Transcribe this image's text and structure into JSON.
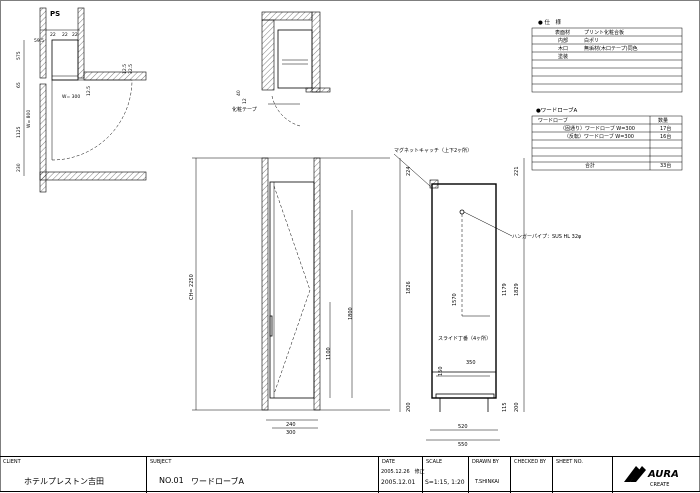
{
  "plan": {
    "ps_label": "PS",
    "dims_top": [
      "22",
      "22",
      "59.5",
      "22"
    ],
    "dims_left": [
      "575",
      "65",
      "W= 800",
      "1125",
      "230"
    ],
    "dims_right": [
      "12.5",
      "32.5",
      "12.5"
    ],
    "w_label": "W= 300"
  },
  "detail": {
    "laminate_label": "化粧テープ",
    "dim_40": "40",
    "dim_12": "12"
  },
  "spec": {
    "heading": "● 仕　様",
    "rows": [
      {
        "key": "表面材",
        "value": "プリント化粧合板"
      },
      {
        "key": "内部",
        "value": "白ポリ"
      },
      {
        "key": "木口",
        "value": "無垢材(木口テープ)同色"
      },
      {
        "key": "塗装",
        "value": ""
      }
    ]
  },
  "wardrobe": {
    "heading": "●ワードローブA",
    "col_name": "ワードローブ",
    "col_qty": "数量",
    "rows": [
      {
        "name": "（固通り）ワードローブ W=300",
        "qty": "17台"
      },
      {
        "name": "（反転）ワードローブ W=300",
        "qty": "16台"
      },
      {
        "name": "",
        "qty": ""
      },
      {
        "name": "",
        "qty": ""
      }
    ],
    "total_label": "合計",
    "total_qty": "33台"
  },
  "elevation": {
    "ch_label": "CH= 2250",
    "h1800": "1800",
    "h1100": "1100",
    "w240": "240",
    "w300": "300"
  },
  "section": {
    "magnet_label": "マグネットキャッチ（上下2ヶ所）",
    "hanger_label": "ハンガーパイプ：SUS HL 32φ",
    "slide_label": "スライド丁番（4ヶ所）",
    "d224": "224",
    "d221": "221",
    "d1826": "1826",
    "d1570": "1570",
    "d1179": "1179",
    "d1829": "1829",
    "d200": "200",
    "d350": "350",
    "d150": "150",
    "d115": "115",
    "d520": "520",
    "d550": "550"
  },
  "title_block": {
    "client_label": "CLIENT",
    "client": "ホテルプレストン吉田",
    "subject_label": "SUBJECT",
    "number": "NO.01",
    "subject": "ワードローブA",
    "date_label": "DATE",
    "date_revised": "2005.12.26　修正",
    "date": "2005.12.01",
    "scale_label": "SCALE",
    "scale": "S=1:15, 1:20",
    "drawn_label": "DRAWN BY",
    "drawn_by": "T.SHINKAI",
    "checked_label": "CHECKED BY",
    "sheet_label": "SHEET NO.",
    "logo_text": "AURA",
    "logo_sub": "CREATE"
  }
}
